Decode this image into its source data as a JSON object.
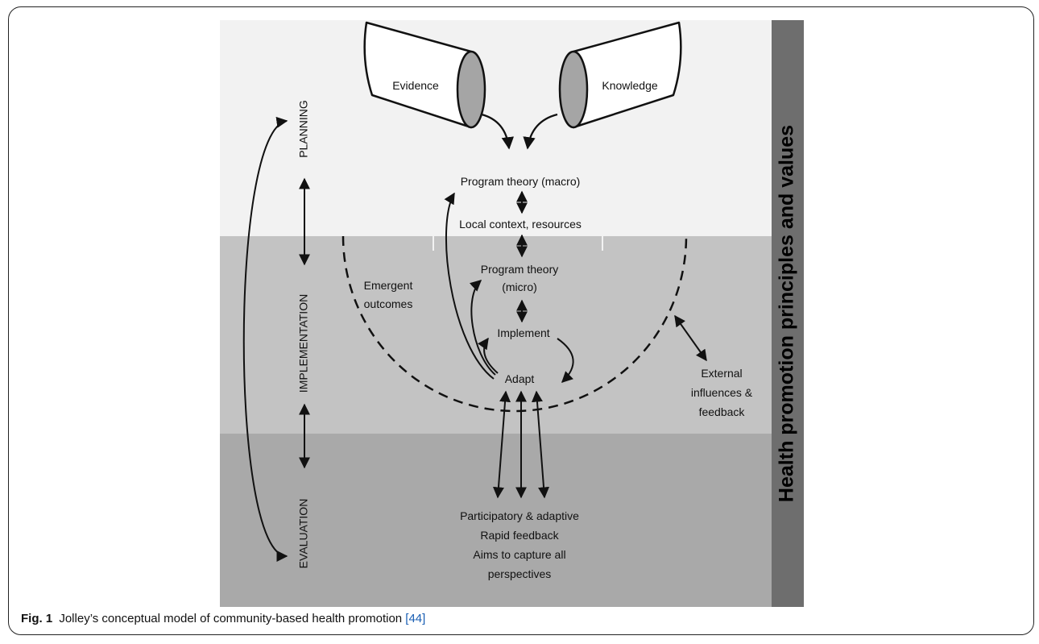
{
  "figure": {
    "side_banner": "Health promotion principles and values",
    "phases": {
      "planning": "PLANNING",
      "implementation": "IMPLEMENTATION",
      "evaluation": "EVALUATION"
    },
    "cups": {
      "evidence": "Evidence",
      "knowledge": "Knowledge"
    },
    "nodes": {
      "macro_theory": "Program theory (macro)",
      "local_context": "Local context, resources",
      "micro_theory_line1": "Program theory",
      "micro_theory_line2": "(micro)",
      "implement": "Implement",
      "adapt": "Adapt",
      "emergent_line1": "Emergent",
      "emergent_line2": "outcomes",
      "external_line1": "External",
      "external_line2": "influences &",
      "external_line3": "feedback",
      "eval_line1": "Participatory & adaptive",
      "eval_line2": "Rapid feedback",
      "eval_line3": "Aims to capture all",
      "eval_line4": "perspectives"
    },
    "colors": {
      "top_band": "#f2f2f2",
      "middle_band": "#c3c3c3",
      "bottom_band": "#a9a9a9",
      "side_bar": "#6e6e6e",
      "cup_inner": "#a5a5a5"
    }
  },
  "caption": {
    "label": "Fig. 1",
    "text": " Jolley’s conceptual model of community-based health promotion ",
    "ref": "[44]"
  }
}
